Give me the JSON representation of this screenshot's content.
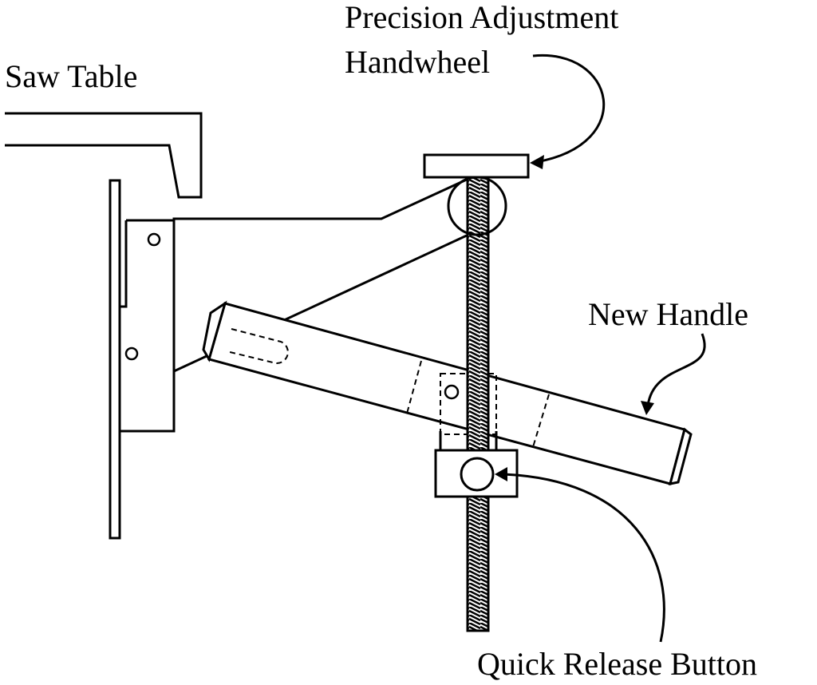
{
  "labels": {
    "saw_table": "Saw Table",
    "handwheel_line1": "Precision Adjustment",
    "handwheel_line2": "Handwheel",
    "new_handle": "New Handle",
    "quick_release": "Quick Release Button"
  },
  "colors": {
    "stroke": "#000000",
    "background": "#ffffff",
    "thread_fill": "#bdbdbd"
  }
}
